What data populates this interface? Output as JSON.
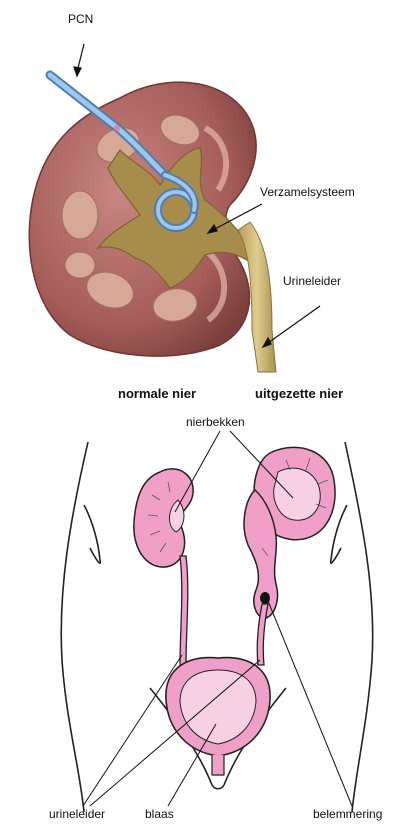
{
  "kidney_figure": {
    "labels": {
      "pcn": "PCN",
      "collecting_system": "Verzamelsysteem",
      "ureter": "Urineleider"
    },
    "colors": {
      "cortex": "#b06a66",
      "cortex_dark": "#8a4a48",
      "medulla": "#cfa08c",
      "collecting_system": "#a08a4a",
      "ureter": "#c8b070",
      "catheter": "#7fb0e0"
    }
  },
  "urinary_figure": {
    "headings": {
      "normal": "normale nier",
      "dilated": "uitgezette nier"
    },
    "labels": {
      "renal_pelvis": "nierbekken",
      "ureter": "urineleider",
      "bladder": "blaas",
      "obstruction": "belemmering"
    },
    "colors": {
      "organ": "#f0a0c8",
      "organ_light": "#f8c8e0",
      "outline": "#222222"
    }
  }
}
